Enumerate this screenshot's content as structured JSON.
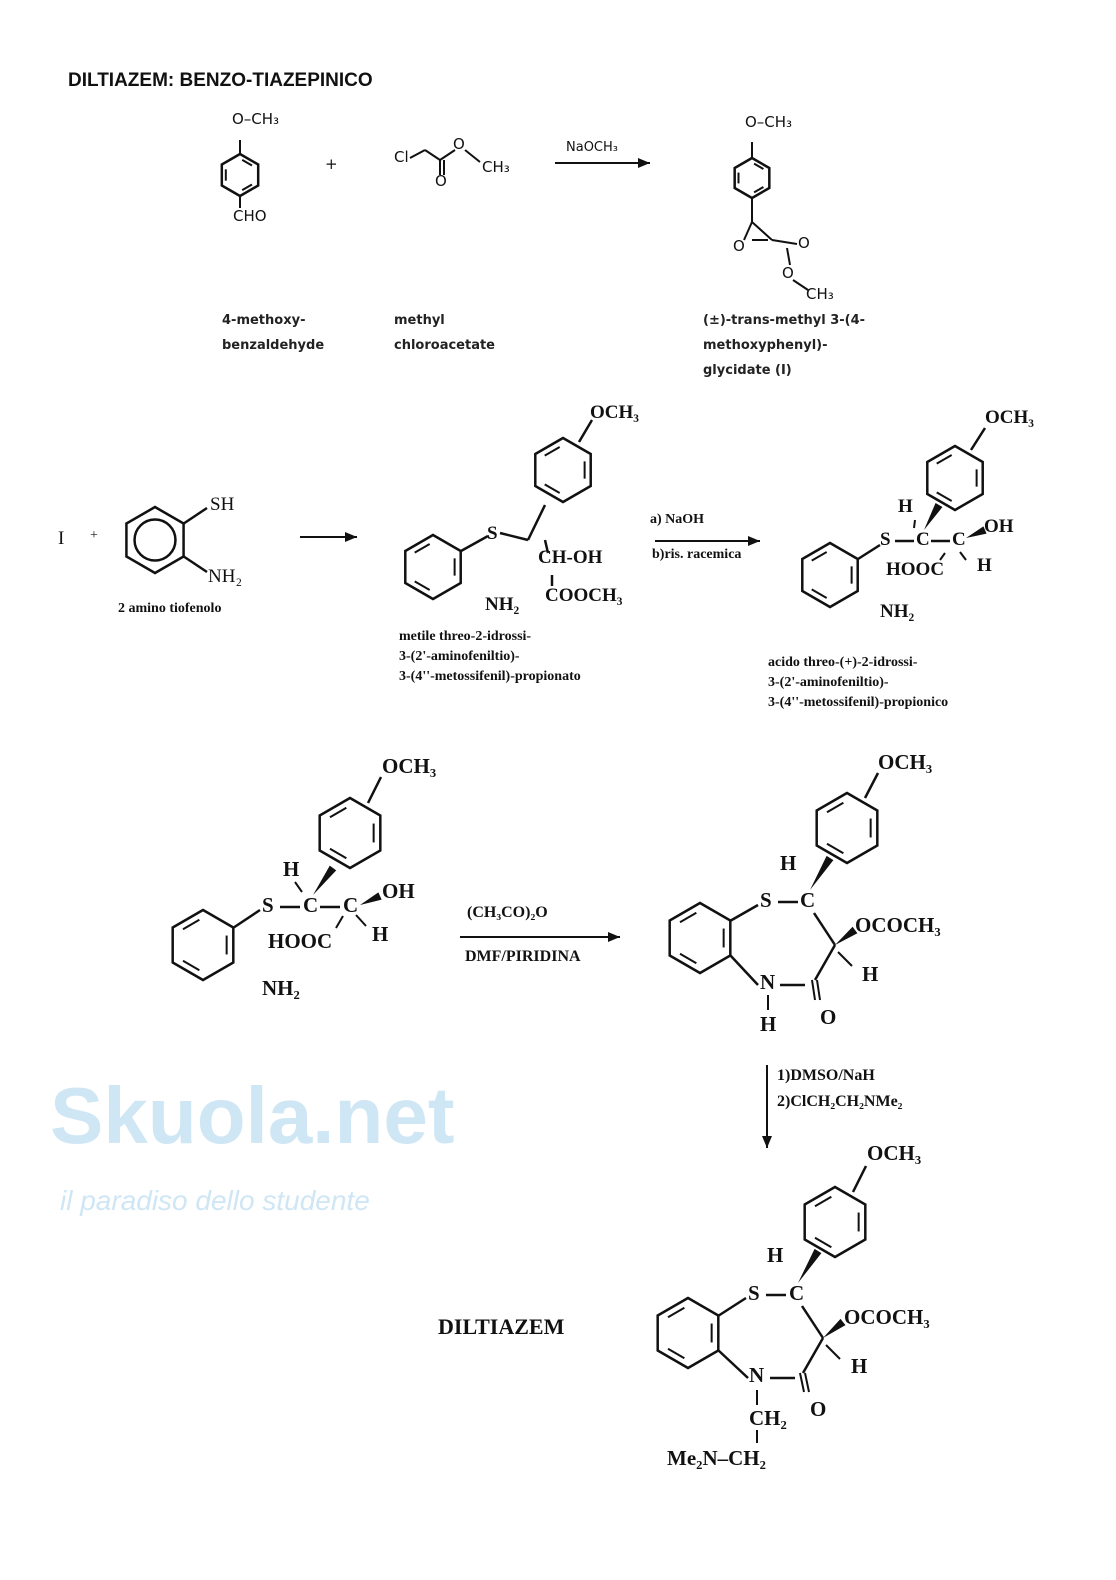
{
  "title": "DILTIAZEM: BENZO-TIAZEPINICO",
  "watermark": {
    "brand": "Skuola.net",
    "tagline": "il paradiso dello studente"
  },
  "step1": {
    "aldehyde": {
      "och3": "O–CH₃",
      "cho": "CHO",
      "name1": "4-methoxy-",
      "name2": "benzaldehyde"
    },
    "plus": "+",
    "ester": {
      "cl": "Cl",
      "o_carbonyl": "O",
      "o": "O",
      "ch3": "CH₃",
      "name1": "methyl",
      "name2": "chloroacetate"
    },
    "reagent": "NaOCH₃",
    "product": {
      "och3": "O–CH₃",
      "o_ring": "O",
      "o_carbonyl": "O",
      "o": "O",
      "ch3": "CH₃",
      "name1": "(±)-trans-methyl 3-(4-",
      "name2": "methoxyphenyl)-",
      "name3": "glycidate  (I)"
    }
  },
  "step2": {
    "i": "I",
    "plus": "+",
    "sh": "SH",
    "nh2": "NH₂",
    "thiophenol_name": "2 amino tiofenolo",
    "intermediate": {
      "och3": "OCH₃",
      "s": "S",
      "choh": "CH-OH",
      "cooch3": "COOCH₃",
      "nh2": "NH₂",
      "name1": "metile threo-2-idrossi-",
      "name2": "3-(2'-aminofeniltio)-",
      "name3": "3-(4''-metossifenil)-propionato"
    },
    "reagent_a": "a) NaOH",
    "reagent_b": "b)ris. racemica",
    "acid": {
      "och3": "OCH₃",
      "h1": "H",
      "s": "S",
      "c1": "C",
      "c2": "C",
      "oh": "OH",
      "hooc": "HOOC",
      "h2": "H",
      "nh2": "NH₂",
      "name1": "acido threo-(+)-2-idrossi-",
      "name2": "3-(2'-aminofeniltio)-",
      "name3": "3-(4''-metossifenil)-propionico"
    }
  },
  "step3": {
    "acid": {
      "och3": "OCH₃",
      "h1": "H",
      "s": "S",
      "c1": "C",
      "c2": "C",
      "oh": "OH",
      "hooc": "HOOC",
      "h2": "H",
      "nh2": "NH₂"
    },
    "reagent1": "(CH₃CO)₂O",
    "reagent2": "DMF/PIRIDINA",
    "lactam": {
      "och3": "OCH₃",
      "h1": "H",
      "s": "S",
      "c": "C",
      "ococh3": "OCOCH₃",
      "h2": "H",
      "n": "N",
      "nh": "H",
      "o": "O"
    }
  },
  "step4": {
    "reagent1": "1)DMSO/NaH",
    "reagent2": "2)ClCH₂CH₂NMe₂",
    "label": "DILTIAZEM",
    "diltiazem": {
      "och3": "OCH₃",
      "h1": "H",
      "s": "S",
      "c": "C",
      "ococh3": "OCOCH₃",
      "h2": "H",
      "n": "N",
      "o": "O",
      "ch2a": "CH₂",
      "me2n": "Me₂N–CH₂"
    }
  }
}
